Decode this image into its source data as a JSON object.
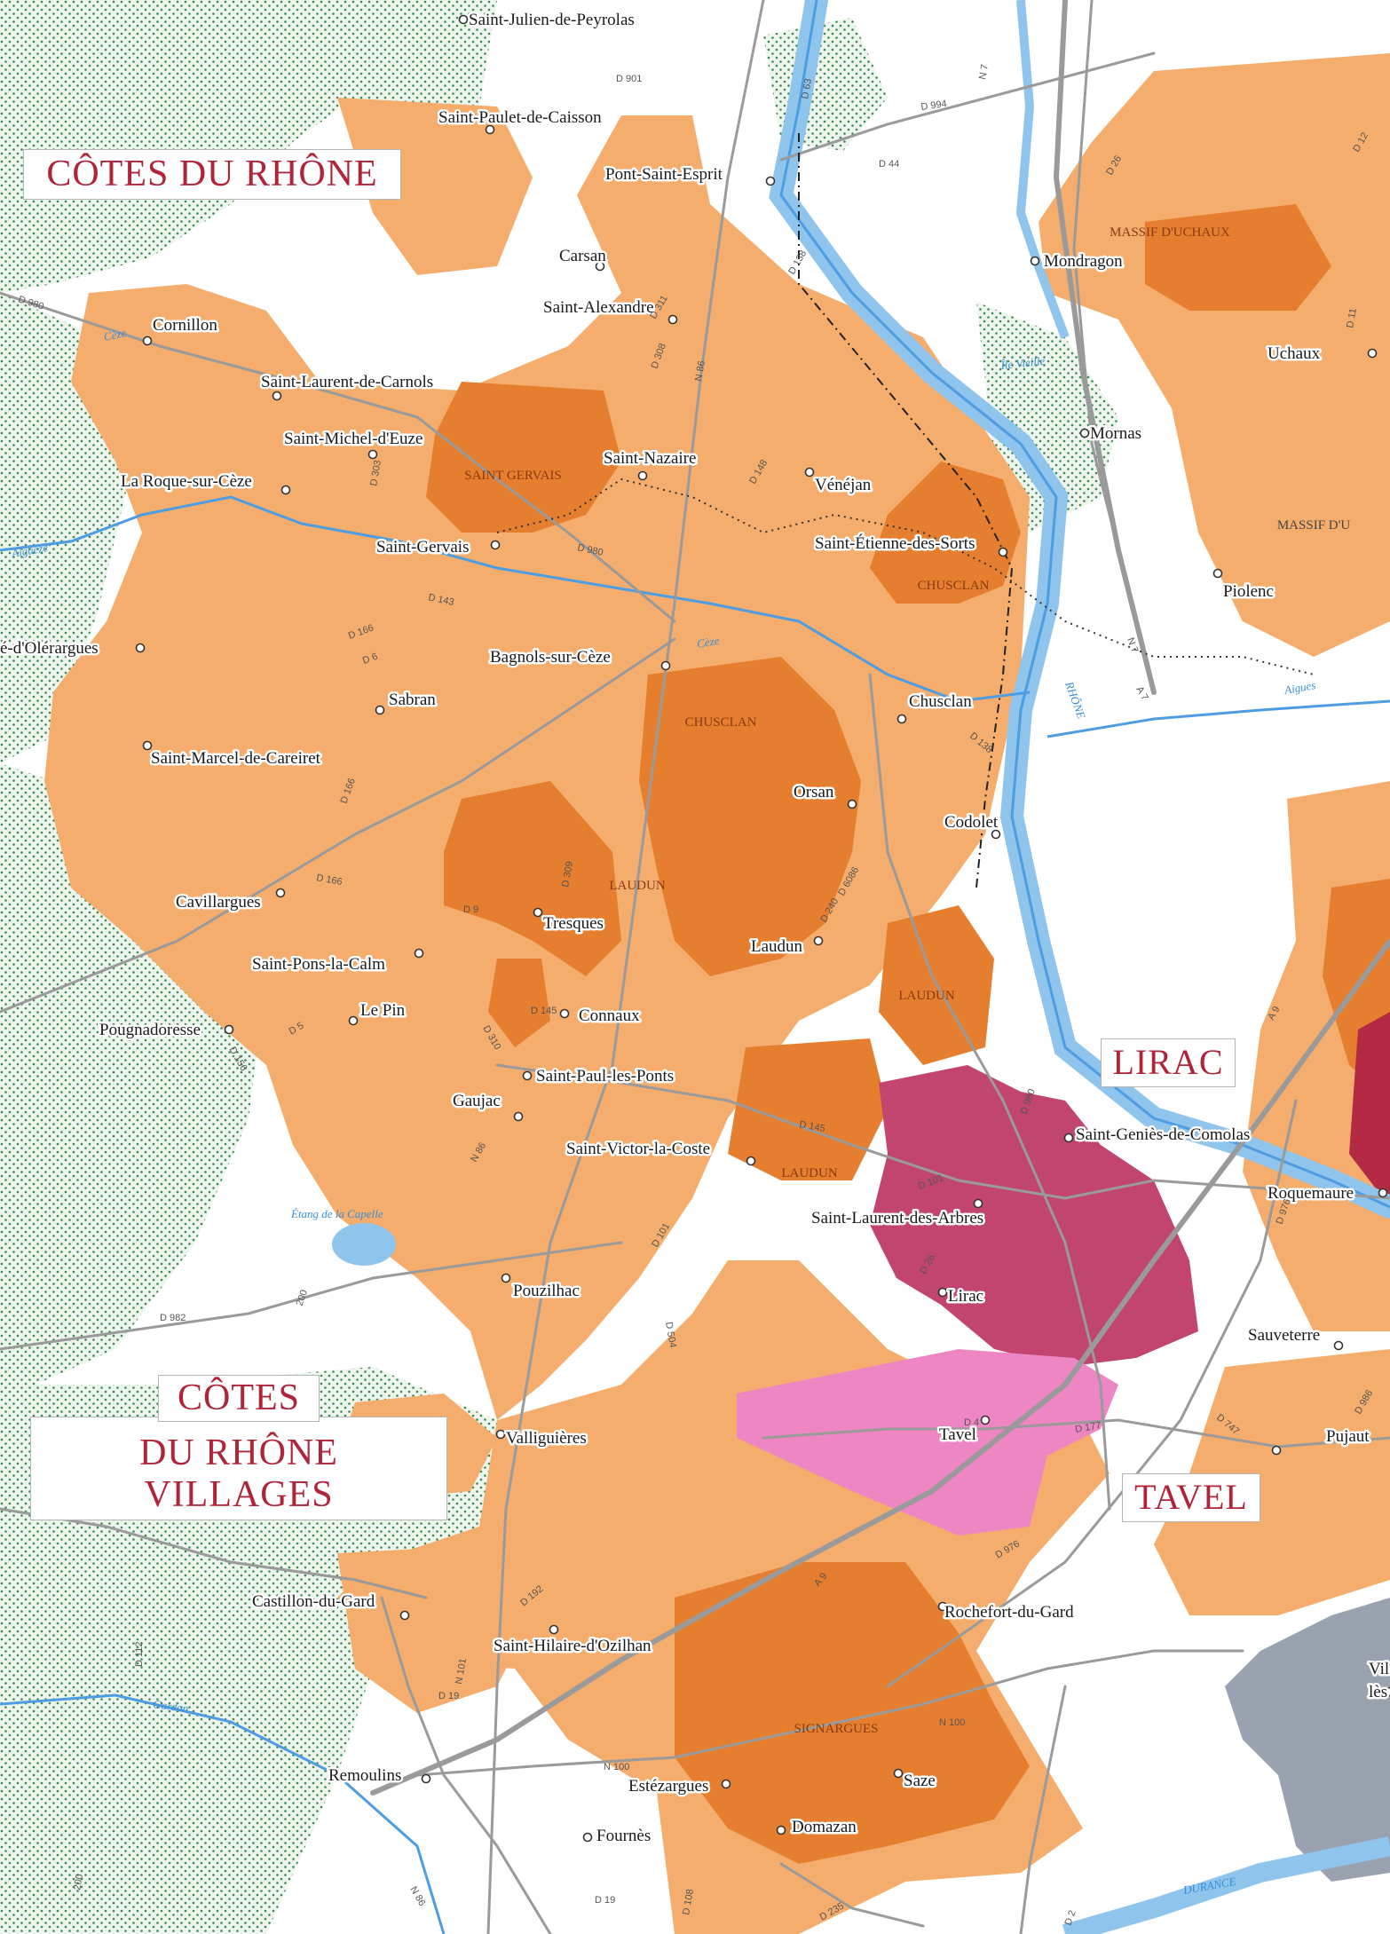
{
  "appellations": {
    "cotes_du_rhone": "CÔTES DU RHÔNE",
    "cdr_villages_line1": "CÔTES",
    "cdr_villages_line2": "DU RHÔNE VILLAGES",
    "lirac": "LIRAC",
    "tavel": "TAVEL"
  },
  "subregions": {
    "saint_gervais": "SAINT GERVAIS",
    "chusclan_1": "CHUSCLAN",
    "chusclan_2": "CHUSCLAN",
    "laudun_1": "LAUDUN",
    "laudun_2": "LAUDUN",
    "laudun_3": "LAUDUN",
    "signargues": "SIGNARGUES",
    "massif_duchaux": "MASSIF D'UCHAUX",
    "massif_du_edge": "MASSIF D'U"
  },
  "towns": {
    "saint_julien_de_peyrolas": "Saint-Julien-de-Peyrolas",
    "saint_paulet_de_caisson": "Saint-Paulet-de-Caisson",
    "pont_saint_esprit": "Pont-Saint-Esprit",
    "carsan": "Carsan",
    "saint_alexandre": "Saint-Alexandre",
    "cornillon": "Cornillon",
    "saint_laurent_de_carnols": "Saint-Laurent-de-Carnols",
    "saint_michel_deuze": "Saint-Michel-d'Euze",
    "la_roque_sur_ceze": "La Roque-sur-Cèze",
    "saint_nazaire": "Saint-Nazaire",
    "venejan": "Vénéjan",
    "saint_etienne_des_sorts": "Saint-Étienne-des-Sorts",
    "saint_gervais_town": "Saint-Gervais",
    "olerargues": "é-d'Olérargues",
    "bagnols_sur_ceze": "Bagnols-sur-Cèze",
    "sabran": "Sabran",
    "chusclan_town": "Chusclan",
    "saint_marcel_de_careiret": "Saint-Marcel-de-Careiret",
    "orsan": "Orsan",
    "codolet": "Codolet",
    "cavillargues": "Cavillargues",
    "tresques": "Tresques",
    "laudun_town": "Laudun",
    "saint_pons_la_calm": "Saint-Pons-la-Calm",
    "le_pin": "Le Pin",
    "connaux": "Connaux",
    "pougnadoresse": "Pougnadoresse",
    "saint_paul_les_ponts": "Saint-Paul-les-Ponts",
    "gaujac": "Gaujac",
    "saint_victor_la_coste": "Saint-Victor-la-Coste",
    "saint_genies_de_comolas": "Saint-Geniès-de-Comolas",
    "saint_laurent_des_arbres": "Saint-Laurent-des-Arbres",
    "roquemaure": "Roquemaure",
    "pouzilhac": "Pouzilhac",
    "lirac_town": "Lirac",
    "sauveterre": "Sauveterre",
    "valliguieres": "Valliguières",
    "tavel_town": "Tavel",
    "pujaut": "Pujaut",
    "castillon_du_gard": "Castillon-du-Gard",
    "saint_hilaire_dozilhan": "Saint-Hilaire-d'Ozilhan",
    "rochefort_du_gard": "Rochefort-du-Gard",
    "remoulins": "Remoulins",
    "estezargues": "Estézargues",
    "saze": "Saze",
    "fournes": "Fournès",
    "domazan": "Domazan",
    "mondragon": "Mondragon",
    "uchaux": "Uchaux",
    "mornas": "Mornas",
    "piolenc": "Piolenc",
    "vil_edge": "Vil",
    "les_edge": "lès"
  },
  "roads": {
    "d901": "D 901",
    "d994": "D 994",
    "d63": "D 63",
    "n7a": "N 7",
    "d44": "D 44",
    "d138a": "D 138",
    "d26": "D 26",
    "d12": "D 12",
    "d980a": "D 980",
    "d980b": "D 980",
    "d308": "D 308",
    "n86a": "N 86",
    "d311": "D 311",
    "d148": "D 148",
    "d143": "D 143",
    "d166a": "D 166",
    "d6": "D 6",
    "d166b": "D 166",
    "d166c": "D 166",
    "d9": "D 9",
    "d5": "D 5",
    "d145a": "D 145",
    "d310": "D 310",
    "n86b": "N 86",
    "d145b": "D 145",
    "d101a": "D 101",
    "d980c": "D 980",
    "d101b": "D 101",
    "d26b": "D 26",
    "d504": "D 504",
    "d4": "D 4",
    "d177": "D 177",
    "d976a": "D 976",
    "d976b": "D 976",
    "d747": "D 747",
    "a9a": "A 9",
    "a9b": "A 9",
    "d981": "D 981",
    "d112": "D 112",
    "n101": "N 101",
    "d192": "D 192",
    "d19a": "D 19",
    "d19b": "D 19",
    "n100a": "N 100",
    "n100b": "N 100",
    "n86c": "N 86",
    "d2": "D 2",
    "d235": "D 235",
    "d108": "D 108",
    "d200": "200",
    "d200b": "200",
    "d982": "D 982",
    "n7b": "N 7",
    "a7": "A 7",
    "d11": "D 11",
    "d986": "D 986",
    "d138b": "D 138",
    "d6086": "D 6086",
    "d309": "D 309",
    "d240": "D 240",
    "d303": "D 303",
    "d156": "D 156"
  },
  "water": {
    "rhone": "RHÔNE",
    "ceze_1": "Cèze",
    "ceze_2": "Cèze",
    "ile_vieille": "Île Vieille",
    "aigues": "Aigues",
    "aigueze": "Aiguèze",
    "etang": "Étang de la Capelle",
    "gardon": "Gardon",
    "durance": "DURANCE"
  },
  "colors": {
    "cotes_du_rhone": "#f4ad6c",
    "cdr_villages": "#e57e2e",
    "lirac": "#c2456f",
    "lirac_deep": "#b42a45",
    "tavel": "#ee86c4",
    "forest_dots": "#3c8a4a",
    "forest_bg": "#eef5ee",
    "water": "#8fc4ec",
    "river": "#4e9de3",
    "road": "#9a9a9a",
    "urban": "#9aa2b0",
    "appellation_text": "#b0243a"
  }
}
